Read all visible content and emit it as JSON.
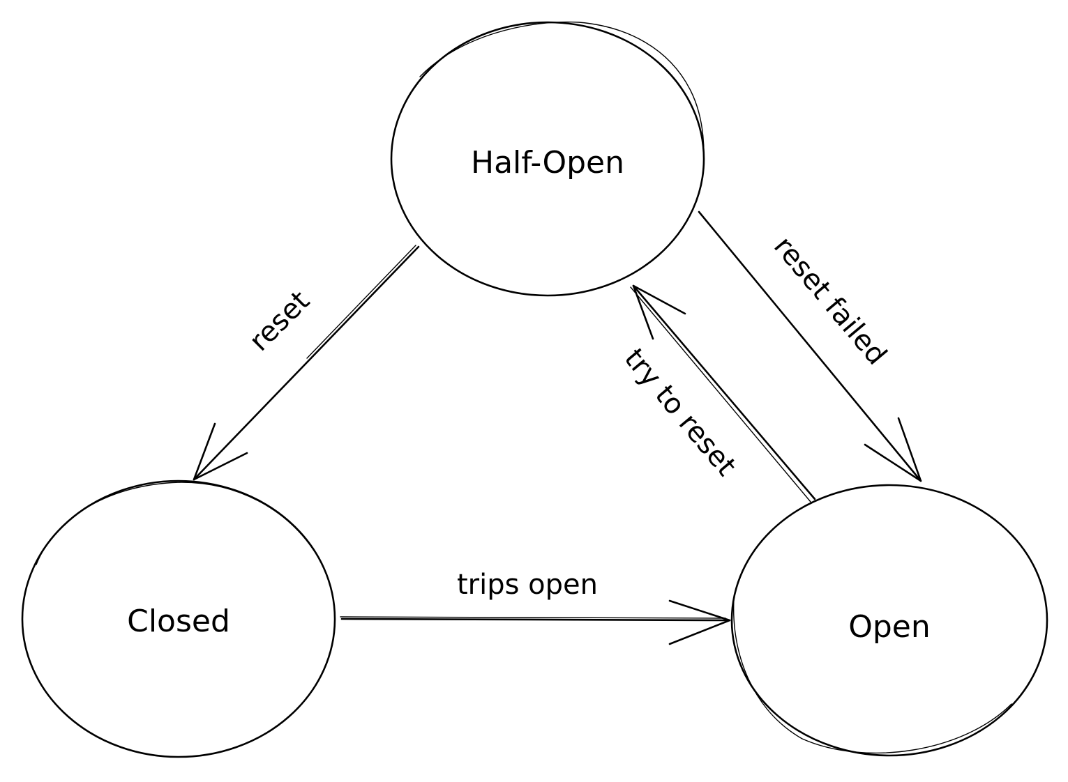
{
  "diagram": {
    "type": "state-machine",
    "style": "hand-drawn",
    "colors": {
      "stroke": "#000000",
      "background": "#ffffff"
    },
    "nodes": [
      {
        "id": "half-open",
        "label": "Half-Open"
      },
      {
        "id": "closed",
        "label": "Closed"
      },
      {
        "id": "open",
        "label": "Open"
      }
    ],
    "edges": [
      {
        "id": "reset",
        "from": "half-open",
        "to": "closed",
        "label": "reset"
      },
      {
        "id": "reset-failed",
        "from": "half-open",
        "to": "open",
        "label": "reset failed"
      },
      {
        "id": "try-to-reset",
        "from": "open",
        "to": "half-open",
        "label": "try to reset"
      },
      {
        "id": "trips-open",
        "from": "closed",
        "to": "open",
        "label": "trips open"
      }
    ]
  }
}
